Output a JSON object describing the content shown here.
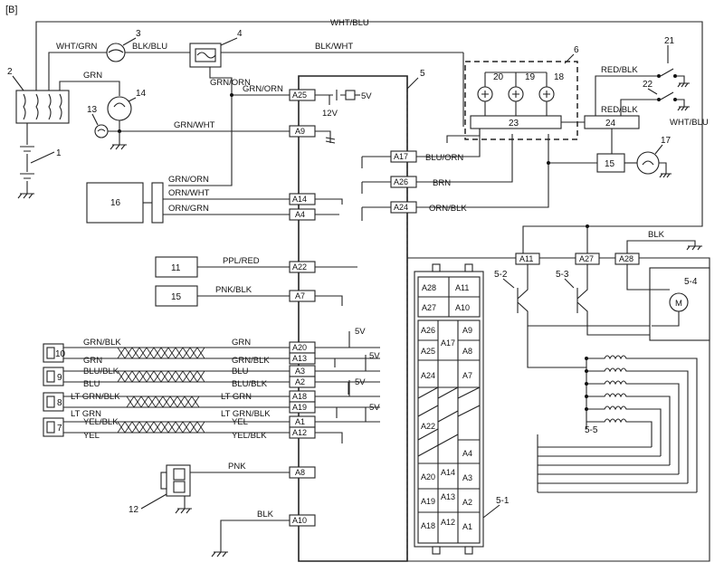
{
  "header": "[B]",
  "wire_colors": {
    "wht_blu": "WHT/BLU",
    "wht_grn": "WHT/GRN",
    "blk_blu": "BLK/BLU",
    "blk_wht": "BLK/WHT",
    "grn": "GRN",
    "grn_orn": "GRN/ORN",
    "grn_wht": "GRN/WHT",
    "orn_wht": "ORN/WHT",
    "orn_grn": "ORN/GRN",
    "ppl_red": "PPL/RED",
    "pnk_blk": "PNK/BLK",
    "blu_orn": "BLU/ORN",
    "brn": "BRN",
    "orn_blk": "ORN/BLK",
    "red_blk": "RED/BLK",
    "blk": "BLK",
    "grn_blk": "GRN/BLK",
    "blu_blk": "BLU/BLK",
    "blu": "BLU",
    "lt_grn_blk": "LT GRN/BLK",
    "lt_grn": "LT GRN",
    "yel_blk": "YEL/BLK",
    "yel": "YEL",
    "pnk": "PNK"
  },
  "voltages": {
    "v5": "5V",
    "v12": "12V"
  },
  "motor_label": "M",
  "pins": {
    "A25": "A25",
    "A9": "A9",
    "A17": "A17",
    "A26": "A26",
    "A24": "A24",
    "A14": "A14",
    "A4": "A4",
    "A22": "A22",
    "A7": "A7",
    "A20": "A20",
    "A13": "A13",
    "A3": "A3",
    "A2": "A2",
    "A18": "A18",
    "A19": "A19",
    "A1": "A1",
    "A12": "A12",
    "A8": "A8",
    "A10": "A10",
    "A11": "A11",
    "A27": "A27",
    "A28": "A28"
  },
  "connector_face": {
    "left": [
      "A28",
      "A27",
      "A26",
      "A25",
      "A24",
      "A22",
      "A20",
      "A19",
      "A18"
    ],
    "middle": [
      "A17",
      "A14",
      "A13",
      "A12"
    ],
    "right": [
      "A11",
      "A10",
      "A9",
      "A8",
      "A7",
      "A4",
      "A3",
      "A2",
      "A1"
    ]
  },
  "callouts": {
    "c1": "1",
    "c2": "2",
    "c3": "3",
    "c4": "4",
    "c5": "5",
    "c6": "6",
    "c10": "10",
    "c9": "9",
    "c8": "8",
    "c7": "7",
    "c11": "11",
    "c12": "12",
    "c13": "13",
    "c14": "14",
    "c15": "15",
    "c16": "16",
    "c17": "17",
    "c18": "18",
    "c19": "19",
    "c20": "20",
    "c21": "21",
    "c22": "22",
    "c23": "23",
    "c24": "24",
    "c5_1": "5-1",
    "c5_2": "5-2",
    "c5_3": "5-3",
    "c5_4": "5-4",
    "c5_5": "5-5"
  }
}
